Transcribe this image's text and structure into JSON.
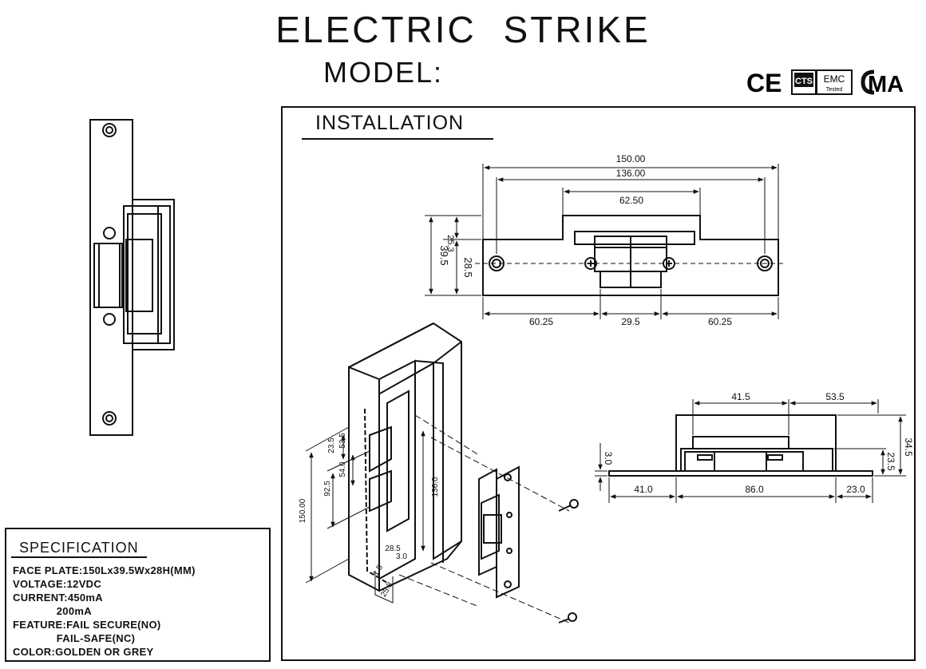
{
  "header": {
    "title": "ELECTRIC  STRIKE",
    "model_label": "MODEL:"
  },
  "certifications": {
    "ce": "CE",
    "cts": "CTS",
    "emc": "EMC",
    "emc_sub": "Tested",
    "cma": "MA"
  },
  "installation": {
    "title": "INSTALLATION",
    "front_view": {
      "overall_width": "150.00",
      "hole_spacing": "136.00",
      "body_width": "62.50",
      "left_offset": "60.25",
      "center_width": "29.5",
      "right_offset": "60.25",
      "overall_height": "39.5",
      "body_height": "25.3",
      "plate_height": "28.5"
    },
    "side_view": {
      "top_left": "41.5",
      "top_right": "53.5",
      "plate_thickness": "3.0",
      "total_depth": "34.5",
      "body_depth": "23.5",
      "bottom_left": "41.0",
      "bottom_center": "86.0",
      "bottom_right": "23.0"
    },
    "iso_view": {
      "height_150": "150.00",
      "height_136": "136.0",
      "dim_92_5": "92.5",
      "dim_54": "54.0",
      "dim_23_5": "23.5",
      "dim_53_5": "53.5",
      "dim_28_5": "28.5",
      "dim_3": "3.0",
      "dim_15": "1.5",
      "dim_25_8": "25.8"
    }
  },
  "specification": {
    "title": "SPECIFICATION",
    "lines": [
      "FACE PLATE:150Lx39.5Wx28H(MM)",
      "VOLTAGE:12VDC",
      "CURRENT:450mA",
      "              200mA",
      "FEATURE:FAIL SECURE(NO)",
      "              FAIL-SAFE(NC)",
      "COLOR:GOLDEN OR GREY"
    ]
  }
}
